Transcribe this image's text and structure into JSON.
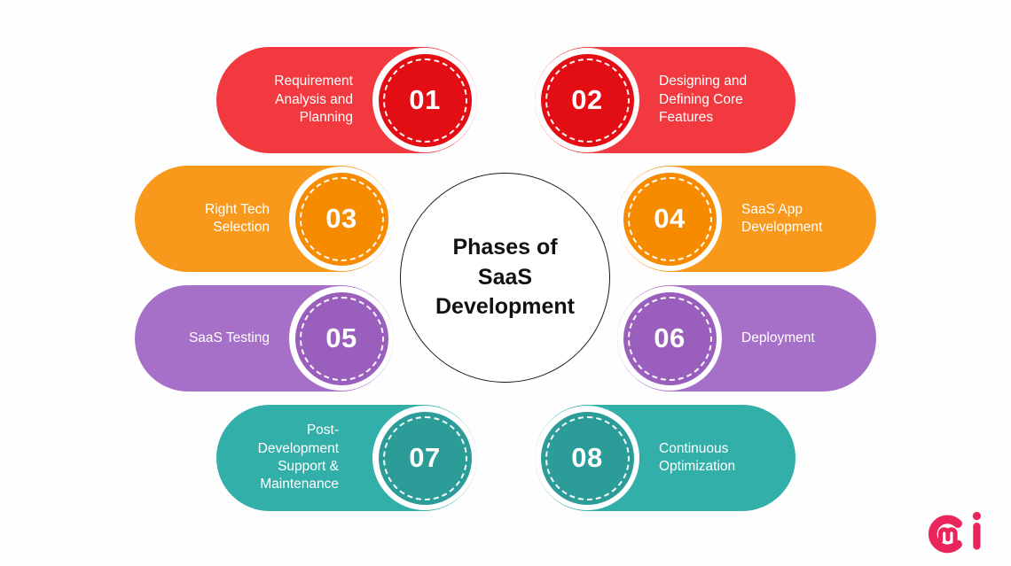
{
  "background": "#FEFEFE",
  "center": {
    "title": "Phases of SaaS Development",
    "line1": "Phases of",
    "line2": "SaaS",
    "line3": "Development"
  },
  "phases": [
    {
      "number": "01",
      "label": "Requirement Analysis and Planning",
      "color": "red",
      "side": "left"
    },
    {
      "number": "02",
      "label": "Designing and Defining Core Features",
      "color": "red",
      "side": "right"
    },
    {
      "number": "03",
      "label": "Right Tech Selection",
      "color": "orange",
      "side": "left"
    },
    {
      "number": "04",
      "label": "SaaS App Development",
      "color": "orange",
      "side": "right"
    },
    {
      "number": "05",
      "label": "SaaS Testing",
      "color": "purple",
      "side": "left"
    },
    {
      "number": "06",
      "label": "Deployment",
      "color": "purple",
      "side": "right"
    },
    {
      "number": "07",
      "label": "Post-Development Support & Maintenance",
      "color": "teal",
      "side": "left"
    },
    {
      "number": "08",
      "label": "Continuous Optimization",
      "color": "teal",
      "side": "right"
    }
  ],
  "palette": {
    "red": {
      "pill": "#F2393F",
      "circle": "#E30D14"
    },
    "orange": {
      "pill": "#F8991B",
      "circle": "#F68B00"
    },
    "purple": {
      "pill": "#A770C8",
      "circle": "#9A5FBC"
    },
    "teal": {
      "pill": "#33AFA9",
      "circle": "#2B9C97"
    }
  },
  "logo": {
    "name": "mi-logo",
    "color": "#E9265C"
  }
}
